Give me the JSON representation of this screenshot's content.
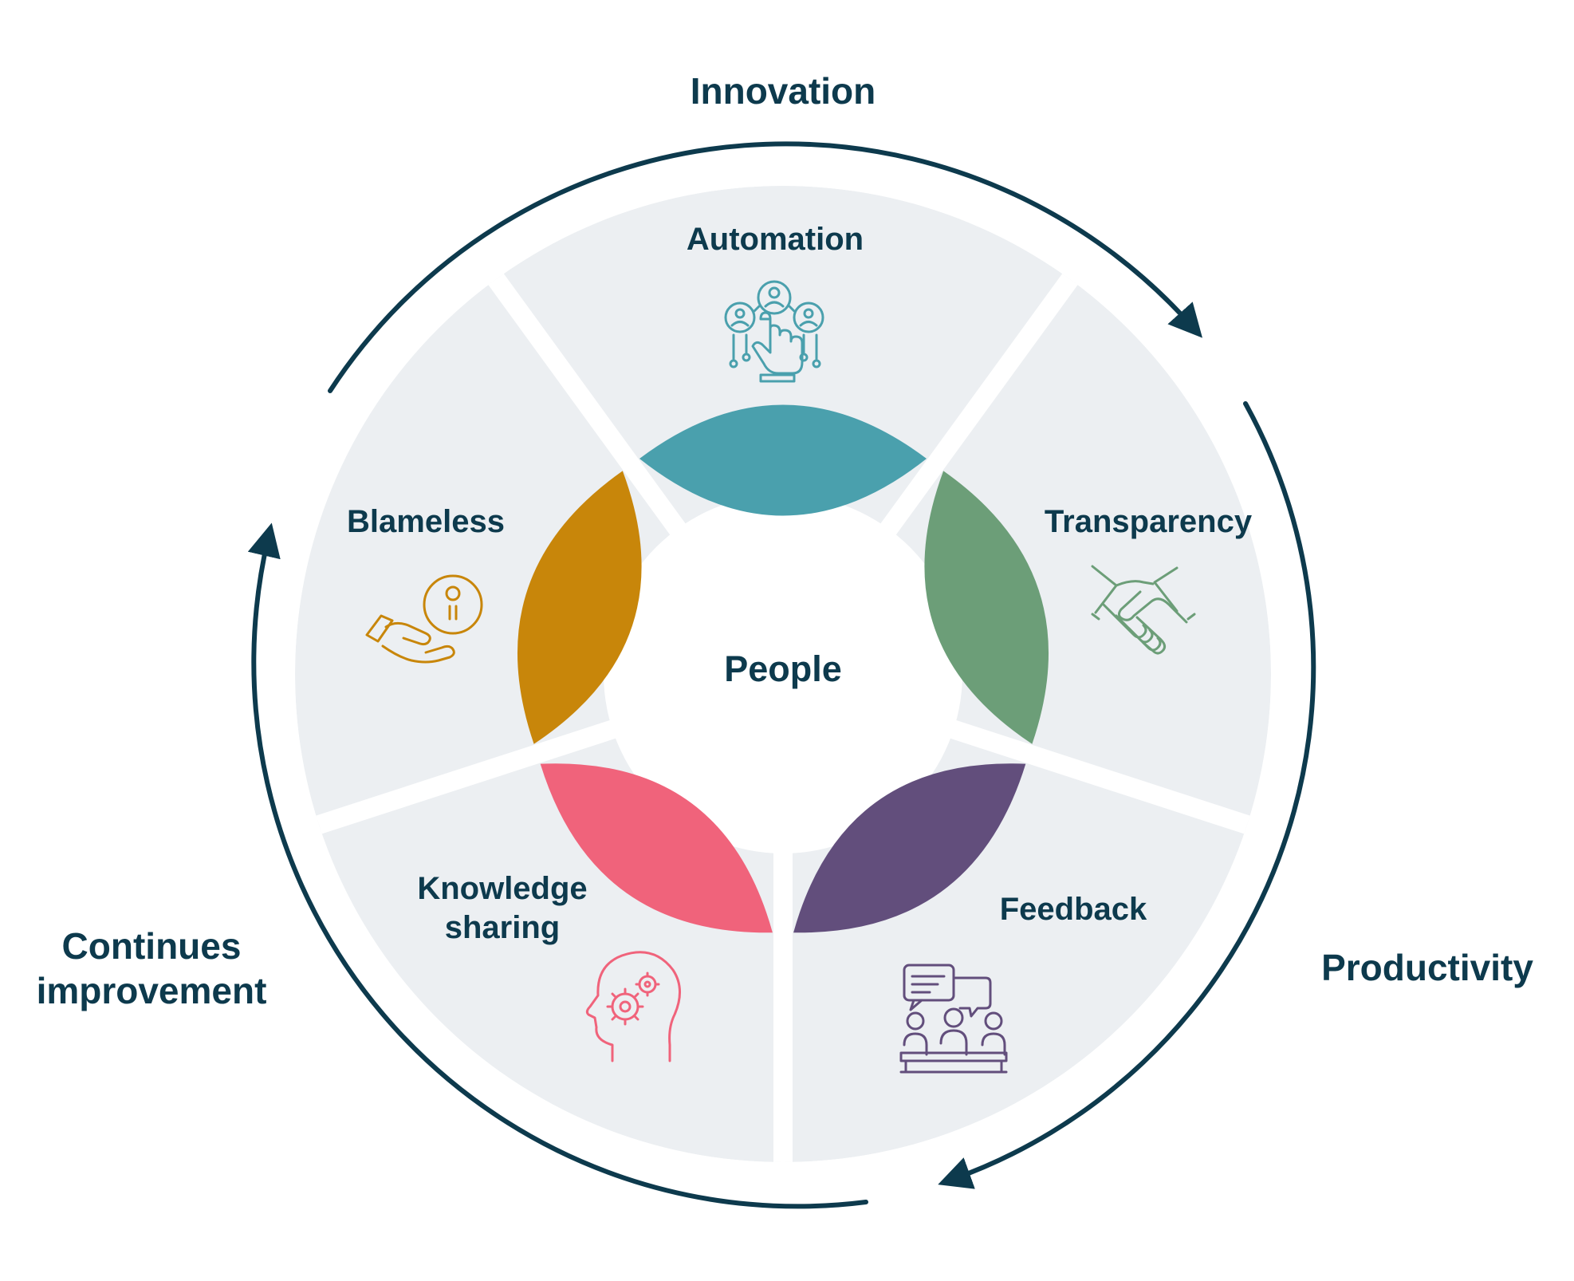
{
  "center": "People",
  "outer": {
    "top": "Innovation",
    "right": "Productivity",
    "left_line1": "Continues",
    "left_line2": "improvement"
  },
  "segments": [
    {
      "label": "Automation",
      "color": "#4aa0ad",
      "icon": "automation-hand-network-icon"
    },
    {
      "label": "Transparency",
      "color": "#6c9e78",
      "icon": "handshake-icon"
    },
    {
      "label": "Feedback",
      "color": "#624e7c",
      "icon": "team-discussion-icon"
    },
    {
      "label_line1": "Knowledge",
      "label_line2": "sharing",
      "color": "#f0637b",
      "icon": "head-gears-icon"
    },
    {
      "label": "Blameless",
      "color": "#c8860a",
      "icon": "hand-coin-icon"
    }
  ],
  "colors": {
    "text": "#0d3a4d",
    "ring": "#0d3a4d",
    "segment_bg": "#eceff2"
  }
}
